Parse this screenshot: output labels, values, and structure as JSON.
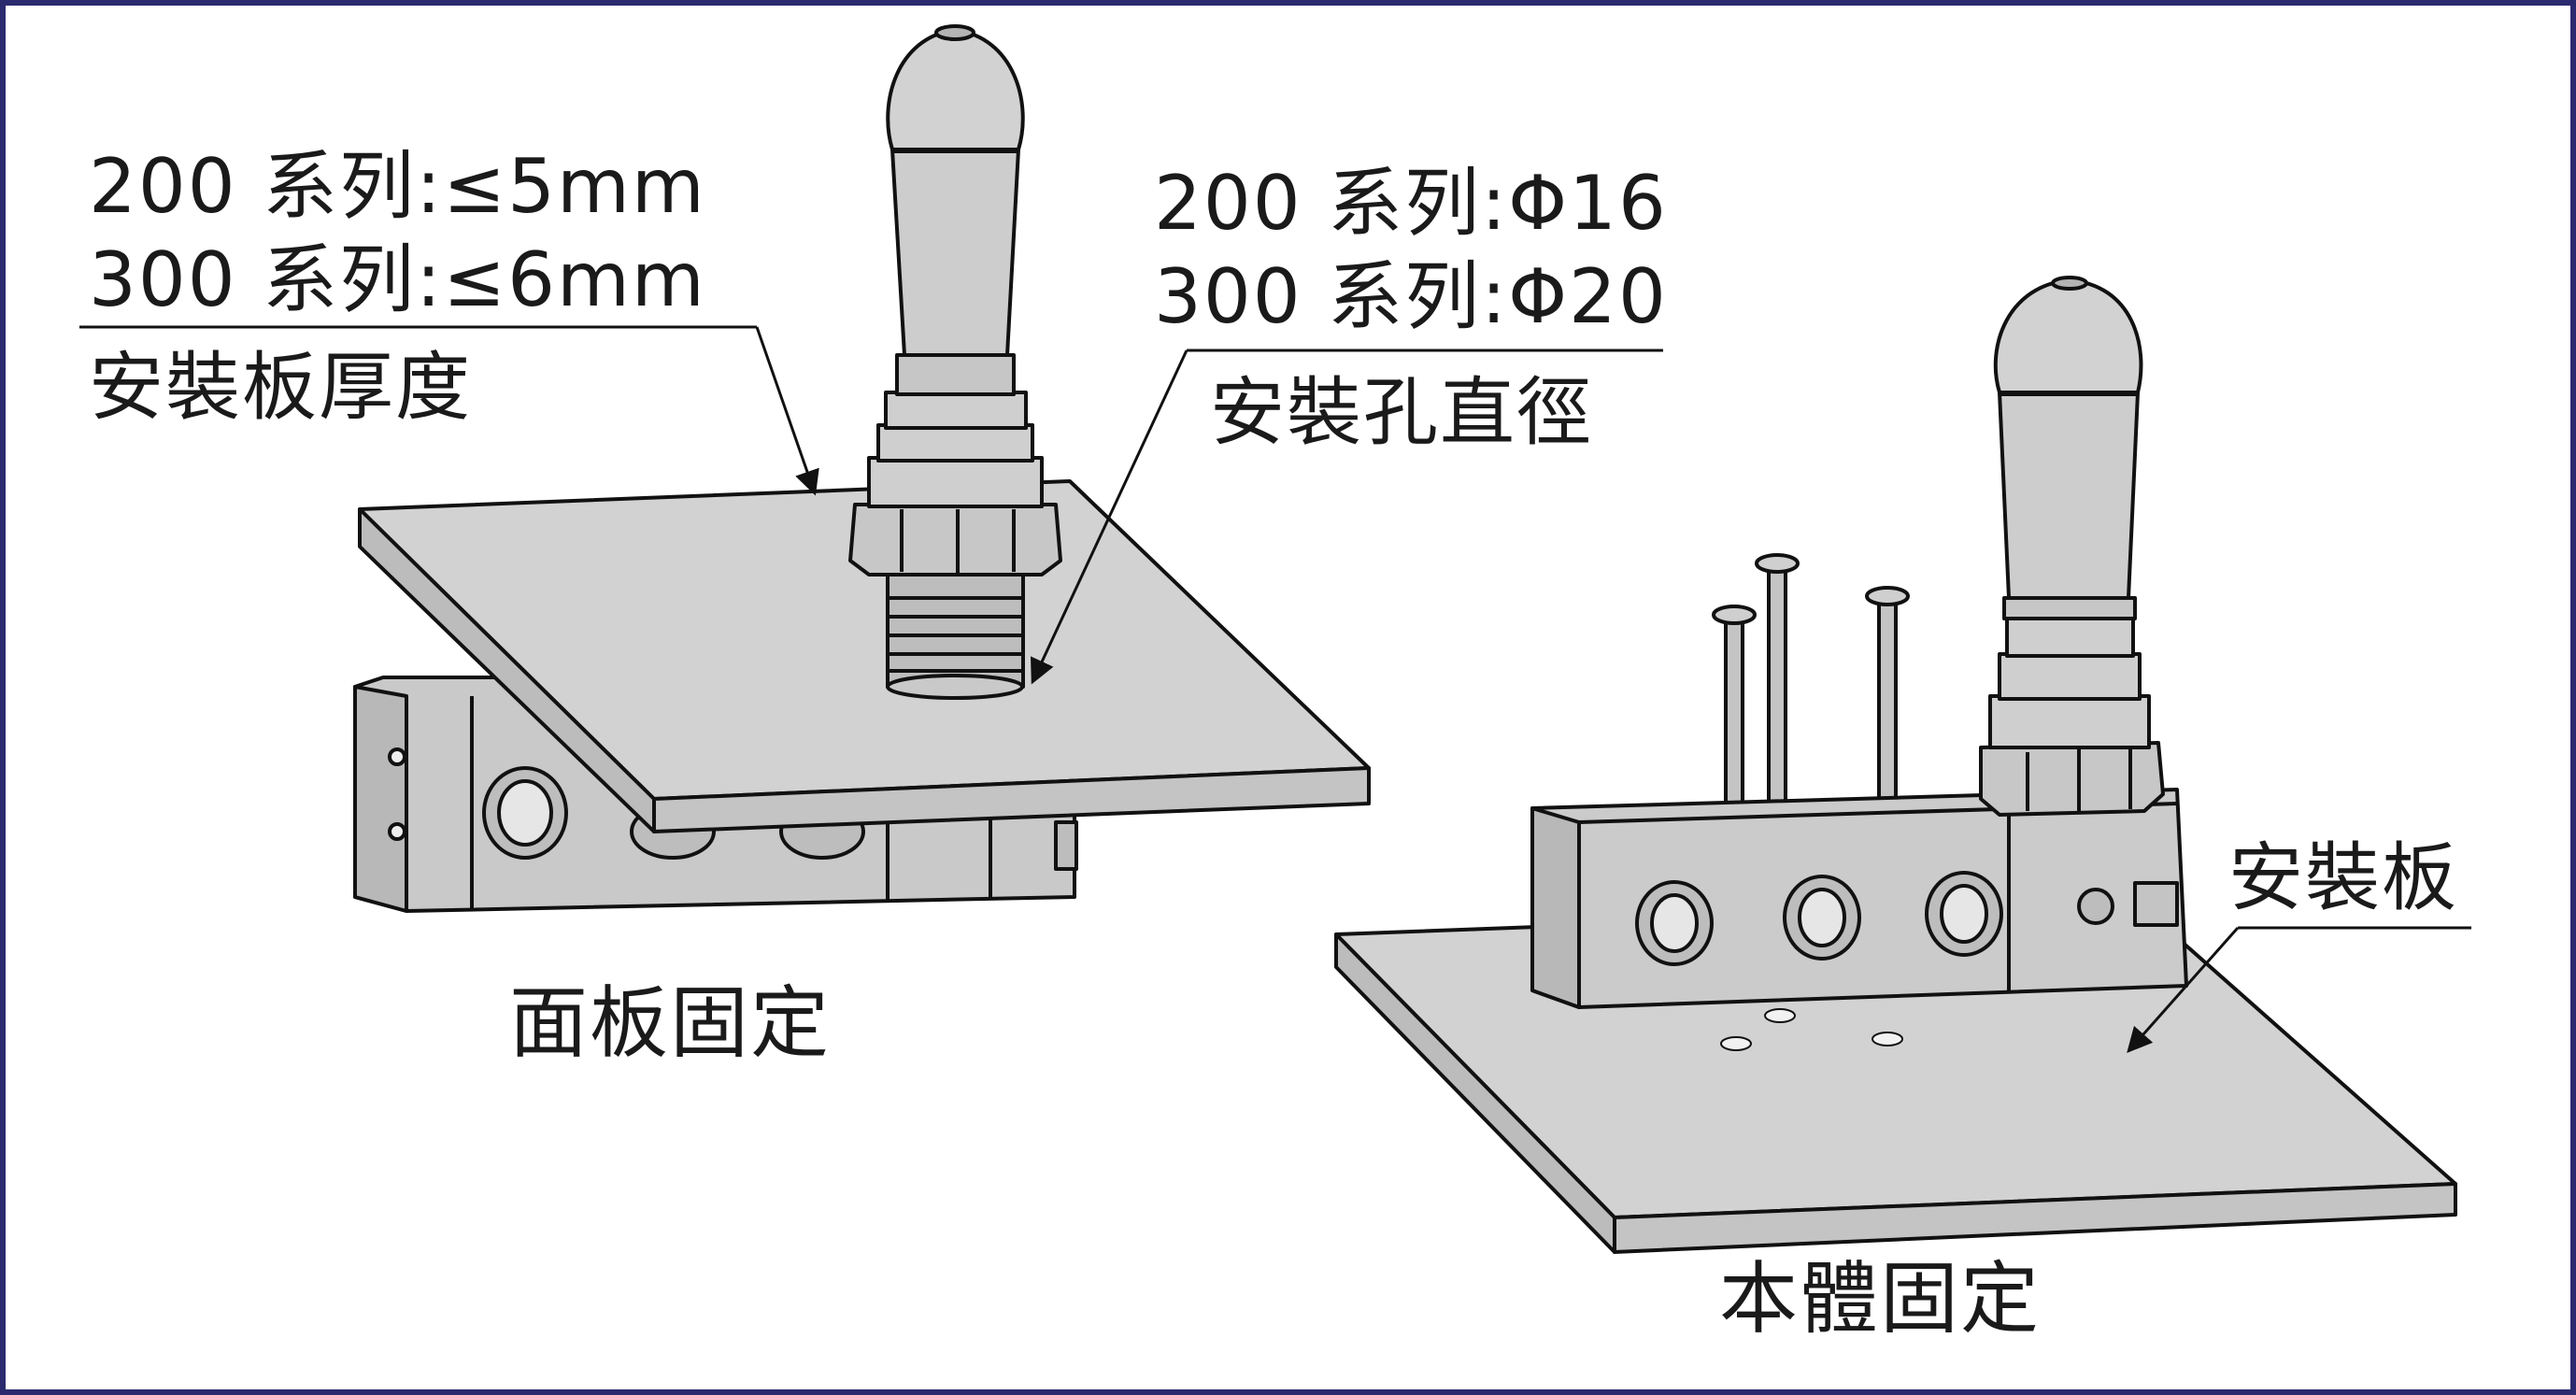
{
  "figure": {
    "left": {
      "thickness_label": {
        "line1": "200 系列:≤5mm",
        "line2": "300 系列:≤6mm",
        "line3": "安裝板厚度"
      },
      "hole_label": {
        "line1": "200 系列:Φ16",
        "line2": "300 系列:Φ20",
        "line3": "安裝孔直徑"
      },
      "caption": "面板固定"
    },
    "right": {
      "plate_label": "安裝板",
      "caption": "本體固定"
    }
  },
  "colors": {
    "frame": "#2b2a6e",
    "part_fill": "#cfcfcf",
    "part_dark": "#b4b4b4",
    "outline": "#111111"
  }
}
